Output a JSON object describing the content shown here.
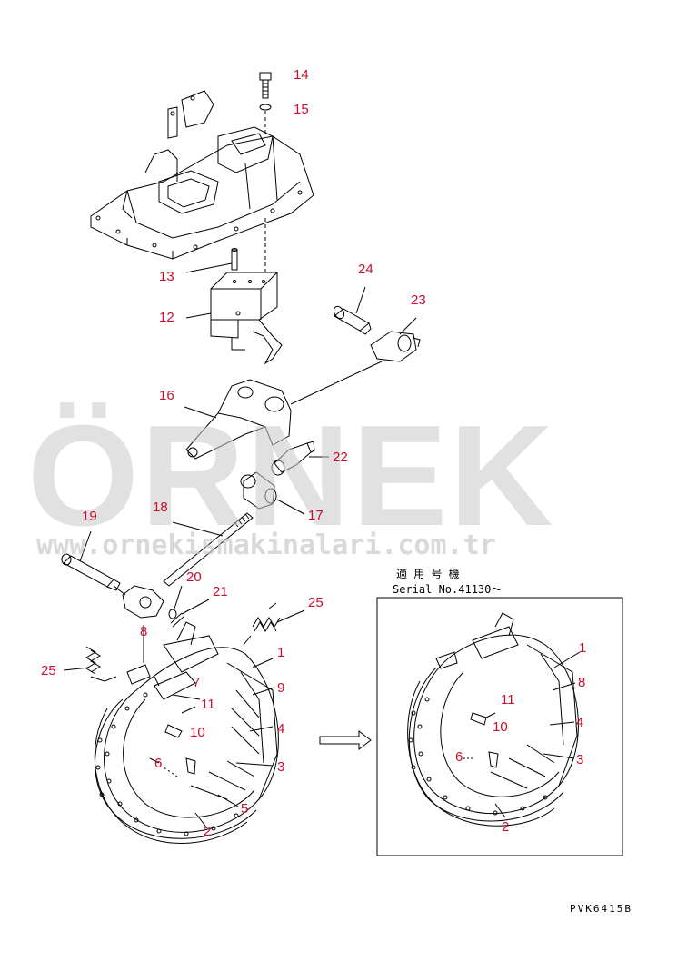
{
  "watermark": {
    "brand": "ÖRNEK",
    "url": "www.ornekismakinalari.com.tr",
    "accent_color": "#f4c542",
    "text_color": "#c9c9c9"
  },
  "inset": {
    "applicability_label": "適 用 号 機",
    "serial_label": "Serial No.41130～"
  },
  "drawing_code": "PVK6415B",
  "callouts": {
    "c14": "14",
    "c15": "15",
    "c13": "13",
    "c12": "12",
    "c24": "24",
    "c23": "23",
    "c16": "16",
    "c22": "22",
    "c17": "17",
    "c18": "18",
    "c19": "19",
    "c20": "20",
    "c21": "21",
    "c25a": "25",
    "c25b": "25",
    "c8": "8",
    "c1": "1",
    "c9": "9",
    "c7": "7",
    "c11": "11",
    "c10": "10",
    "c4": "4",
    "c6": "6",
    "c3": "3",
    "c5": "5",
    "c2": "2",
    "i1": "1",
    "i8": "8",
    "i11": "11",
    "i10": "10",
    "i4": "4",
    "i6": "6",
    "i3": "3",
    "i2": "2"
  },
  "colors": {
    "callout": "#c8102e",
    "line": "#000000"
  }
}
